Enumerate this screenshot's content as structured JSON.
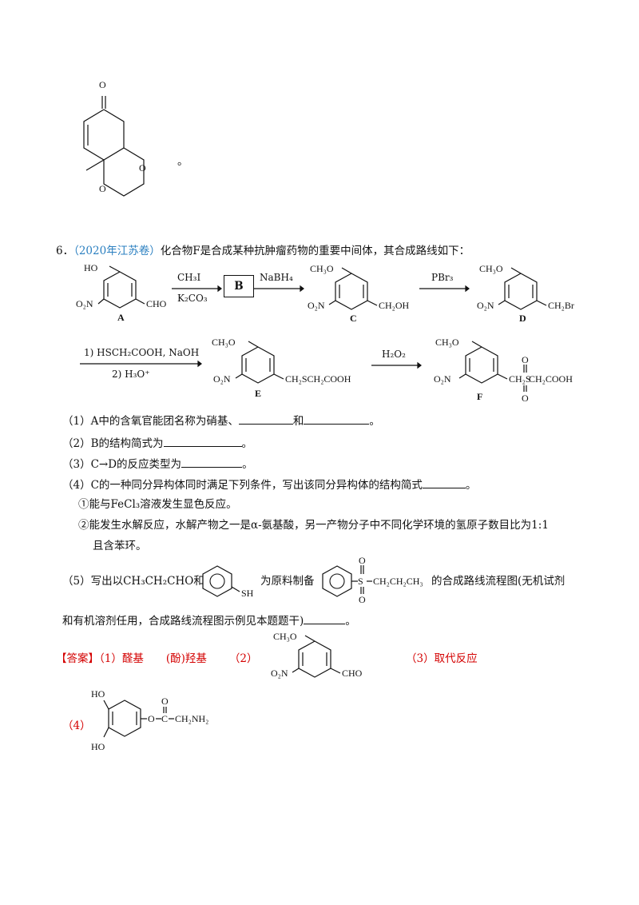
{
  "top_structure": {
    "atoms": {
      "o_carbonyl": "O",
      "o_ring_1": "O",
      "o_ring_2": "O"
    },
    "period": "。"
  },
  "question": {
    "number": "6．",
    "source": "（2020年江苏卷）",
    "stem": "化合物F是合成某种抗肿瘤药物的重要中间体，其合成路线如下："
  },
  "scheme": {
    "row1": {
      "A": {
        "label": "A",
        "ho": "HO",
        "o2n": "O₂N",
        "cho": "CHO"
      },
      "arrow1": {
        "top": "CH₃I",
        "bottom": "K₂CO₃"
      },
      "B": "B",
      "arrow2": {
        "top": "NaBH₄"
      },
      "C": {
        "label": "C",
        "ch3o": "CH₃O",
        "o2n": "O₂N",
        "sub": "CH₂OH"
      },
      "arrow3": {
        "top": "PBr₃"
      },
      "D": {
        "label": "D",
        "ch3o": "CH₃O",
        "o2n": "O₂N",
        "sub": "CH₂Br"
      }
    },
    "row2": {
      "arrow4": {
        "top": "1) HSCH₂COOH, NaOH",
        "bottom": "2) H₃O⁺"
      },
      "E": {
        "label": "E",
        "ch3o": "CH₃O",
        "o2n": "O₂N",
        "sub": "CH₂SCH₂COOH"
      },
      "arrow5": {
        "top": "H₂O₂"
      },
      "F": {
        "label": "F",
        "ch3o": "CH₃O",
        "o2n": "O₂N",
        "sub_left": "CH₂S",
        "sub_right": "CH₂COOH",
        "o": "O"
      }
    }
  },
  "sub_questions": {
    "q1": {
      "pre": "（1）A中的含氧官能团名称为硝基、",
      "mid": "和",
      "end": "。"
    },
    "q2": {
      "pre": "（2）B的结构简式为",
      "end": "。"
    },
    "q3": {
      "pre": "（3）C→D的反应类型为",
      "end": "。"
    },
    "q4": {
      "pre": "（4）C的一种同分异构体同时满足下列条件，写出该同分异构体的结构简式",
      "end": "。"
    },
    "q4_c1": "①能与FeCl₃溶液发生显色反应。",
    "q4_c2": "②能发生水解反应，水解产物之一是α-氨基酸，另一产物分子中不同化学环境的氢原子数目比为1:1",
    "q4_c2b": "且含苯环。",
    "q5": {
      "pre": "（5）写出以CH₃CH₂CHO和",
      "sh": "SH",
      "mid": "为原料制备",
      "chain": "CH₂CH₂CH₃",
      "s": "S",
      "o": "O",
      "post": "的合成路线流程图(无机试剂"
    },
    "q5b": {
      "text": "和有机溶剂任用，合成路线流程图示例见本题题干)",
      "end": "。"
    }
  },
  "answer": {
    "tag": "【答案】",
    "a1": "（1）醛基",
    "a1b": "(酚)羟基",
    "a2": "（2）",
    "a2_mol": {
      "ch3o": "CH₃O",
      "o2n": "O₂N",
      "cho": "CHO"
    },
    "a3": "（3）取代反应",
    "a4": "（4）",
    "a4_mol": {
      "ho_top": "HO",
      "ho_bottom": "HO",
      "o": "O",
      "c": "C",
      "o_link": "O",
      "chain": "CH₂NH₂"
    }
  }
}
